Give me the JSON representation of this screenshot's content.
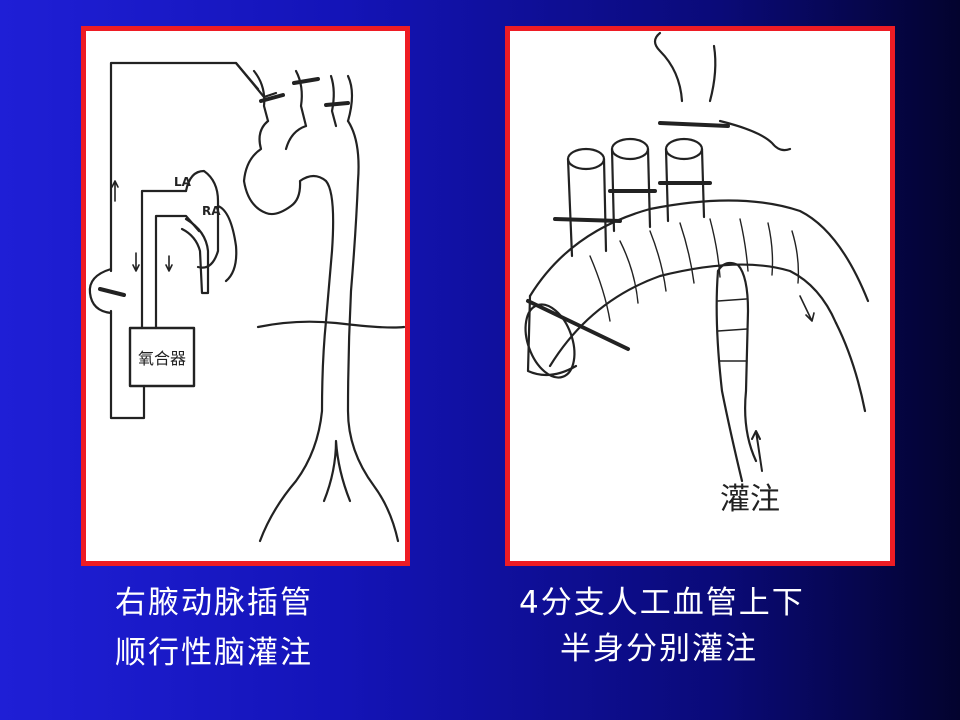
{
  "left_figure": {
    "label_la": "LA",
    "label_ra": "RA",
    "label_oxygenator": "氧合器"
  },
  "right_figure": {
    "label_perfusion": "灌注"
  },
  "captions": {
    "left_line1": "右腋动脉插管",
    "left_line2": "顺行性脑灌注",
    "right_line1": "4分支人工血管上下",
    "right_line2": "半身分别灌注"
  },
  "colors": {
    "panel_border": "#ee1c24",
    "background_blue": "#1f1fd6",
    "caption_text": "#ffffff"
  }
}
